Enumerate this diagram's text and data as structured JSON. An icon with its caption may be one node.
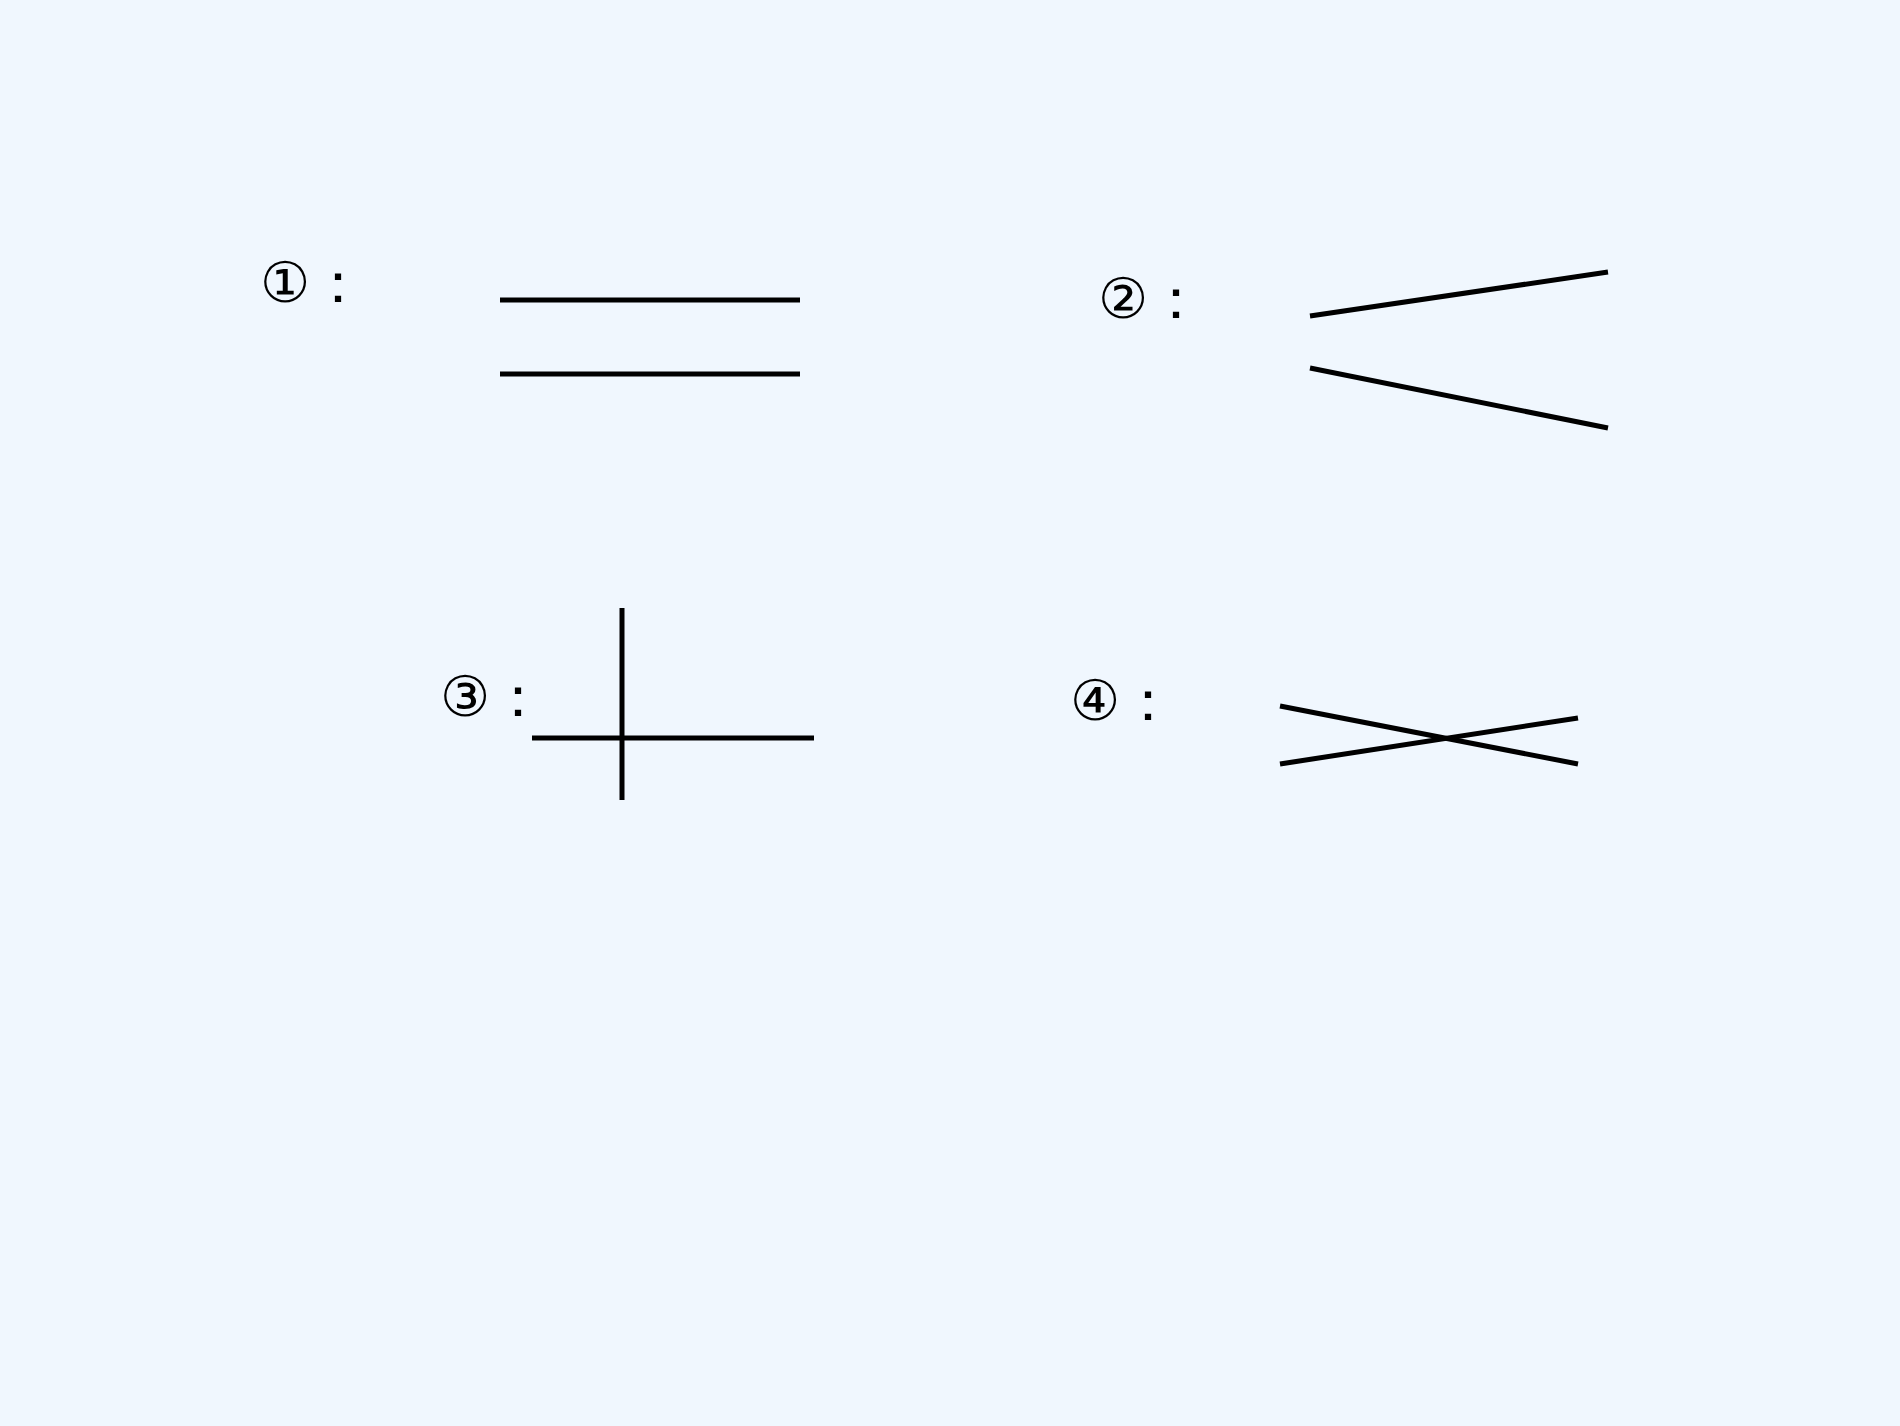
{
  "diagram": {
    "labels": [
      "①：",
      "②：",
      "③：",
      "④："
    ]
  }
}
